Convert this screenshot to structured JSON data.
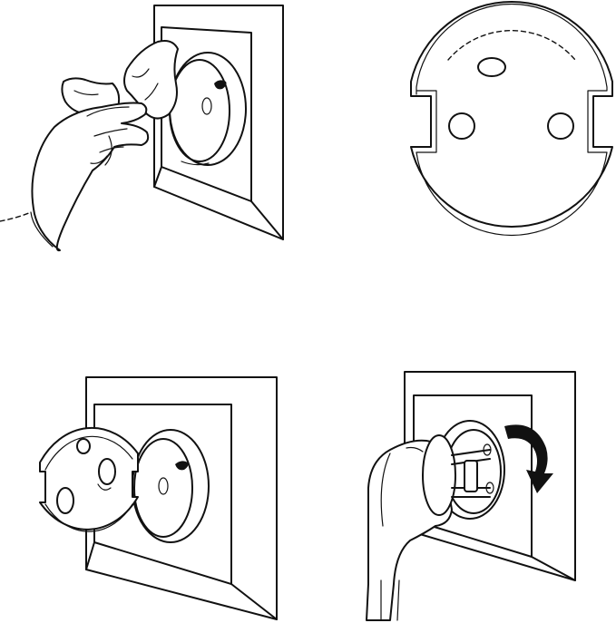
{
  "panels": [
    {
      "id": "step-clean",
      "depicts": "hand-wiping-socket-icon"
    },
    {
      "id": "step-cover",
      "depicts": "socket-cover-icon"
    },
    {
      "id": "step-attach",
      "depicts": "cover-attaching-icon"
    },
    {
      "id": "step-rotate-plug",
      "depicts": "plug-rotate-icon"
    }
  ],
  "colors": {
    "ink": "#111111",
    "paper": "#ffffff"
  }
}
